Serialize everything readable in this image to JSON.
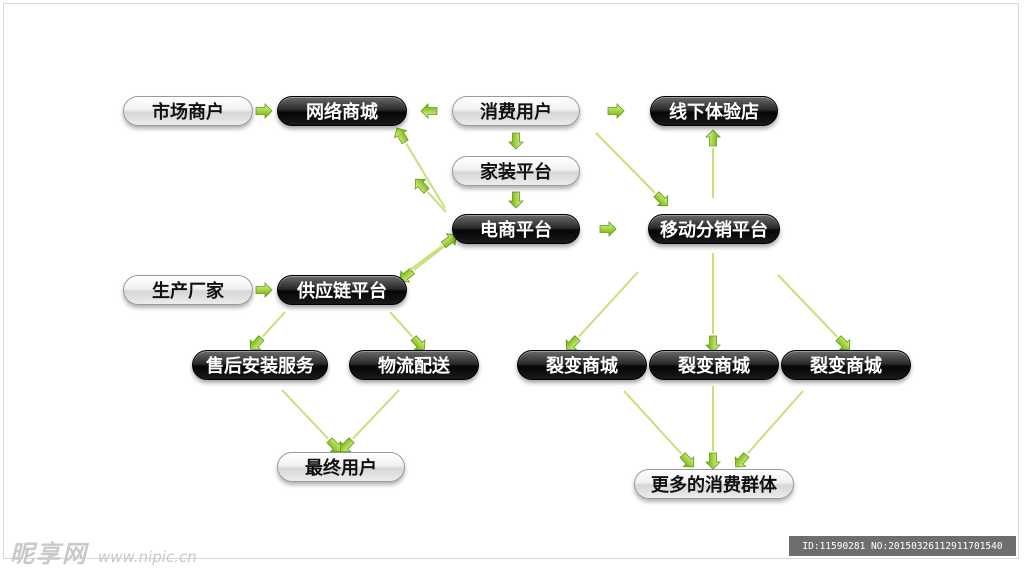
{
  "colors": {
    "arrow_fill": "#9ed13a",
    "arrow_line": "#c6e07a",
    "dark_node": "#111111",
    "light_node": "#e8e8e8"
  },
  "nodes": {
    "market_merchant": "市场商户",
    "online_mall": "网络商城",
    "consumer_user": "消费用户",
    "offline_store": "线下体验店",
    "home_platform": "家装平台",
    "ecommerce_platform": "电商平台",
    "mobile_distribution": "移动分销平台",
    "manufacturer": "生产厂家",
    "supply_chain": "供应链平台",
    "after_sales": "售后安装服务",
    "logistics": "物流配送",
    "fission_mall_1": "裂变商城",
    "fission_mall_2": "裂变商城",
    "fission_mall_3": "裂变商城",
    "end_user": "最终用户",
    "more_consumers": "更多的消费群体"
  },
  "watermark": {
    "logo": "昵享网",
    "url": "www.nipic.cn",
    "id_text": "ID:11590281 NO:20150326112911701540"
  }
}
